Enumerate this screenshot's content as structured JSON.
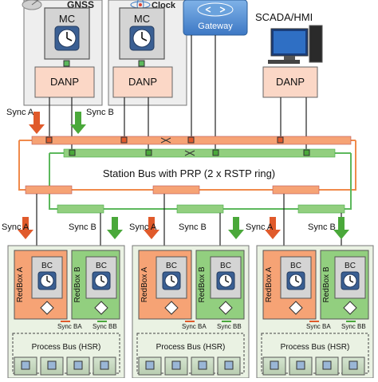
{
  "header": {
    "clock1_label": "GNSS",
    "clock2_label": "Clock",
    "clock1_mc": "MC",
    "clock2_mc": "MC",
    "gateway": "Gateway",
    "scada": "SCADA/HMI"
  },
  "danp": [
    "DANP",
    "DANP",
    "DANP"
  ],
  "top_sync": {
    "a": "Sync A",
    "b": "Sync B"
  },
  "station_bus": "Station Bus with PRP (2 x RSTP ring)",
  "bay_sync": {
    "a": "Sync A",
    "b": "Sync B"
  },
  "redbox": {
    "a": "RedBox A",
    "b": "RedBox B",
    "bc": "BC"
  },
  "small_sync": {
    "ba": "Sync BA",
    "bb": "Sync BB"
  },
  "process_bus": "Process Bus (HSR)",
  "colors": {
    "sync_a": "#e05a2b",
    "sync_b": "#4aa83a",
    "ring_a": "#f08a4b",
    "ring_b": "#5cb85c",
    "redbox_a_fill": "#f6a375",
    "redbox_b_fill": "#92cf7f",
    "bay_fill": "#eaf2e3",
    "danp_fill": "#fbd7c6"
  }
}
